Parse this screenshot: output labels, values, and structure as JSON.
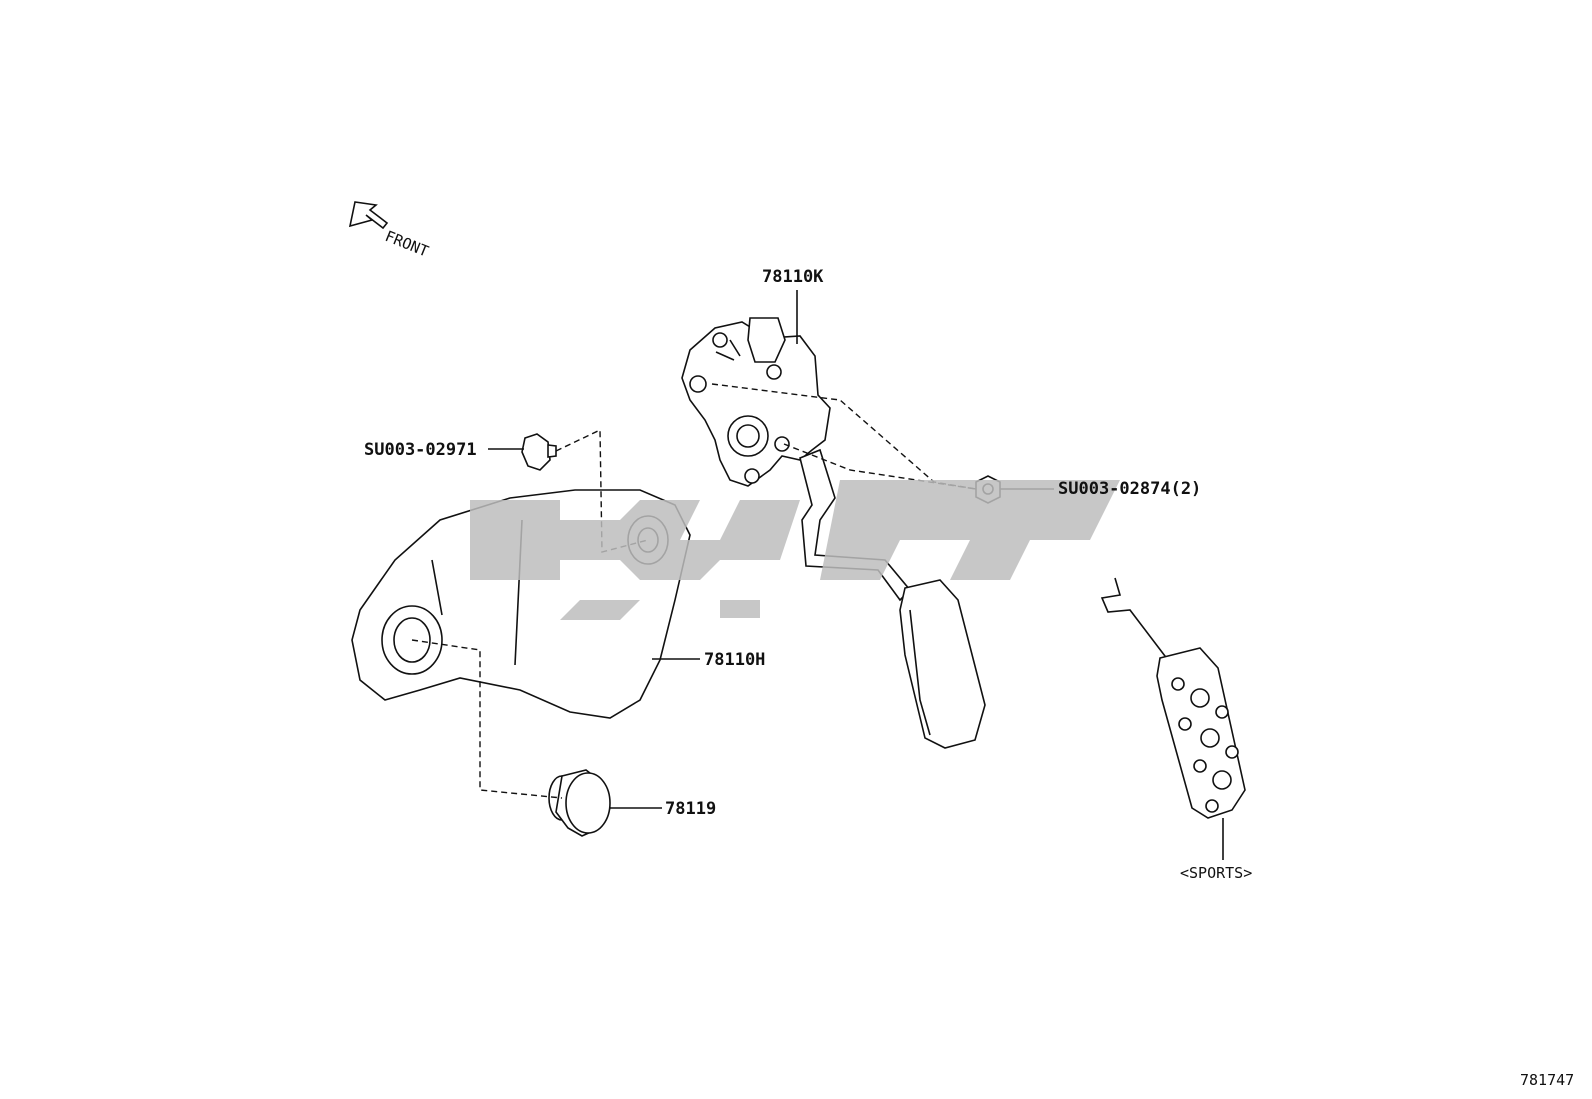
{
  "diagram": {
    "front_label": "FRONT",
    "parts": [
      {
        "id": "78110K",
        "label": "78110K"
      },
      {
        "id": "SU003-02971",
        "label": "SU003-02971"
      },
      {
        "id": "SU003-02874",
        "label": "SU003-02874(2)"
      },
      {
        "id": "78110H",
        "label": "78110H"
      },
      {
        "id": "78119",
        "label": "78119"
      }
    ],
    "variant_label": "<SPORTS>",
    "diagram_number": "781747"
  },
  "colors": {
    "line": "#111111",
    "watermark": "#bdbdbd",
    "background": "#ffffff"
  }
}
